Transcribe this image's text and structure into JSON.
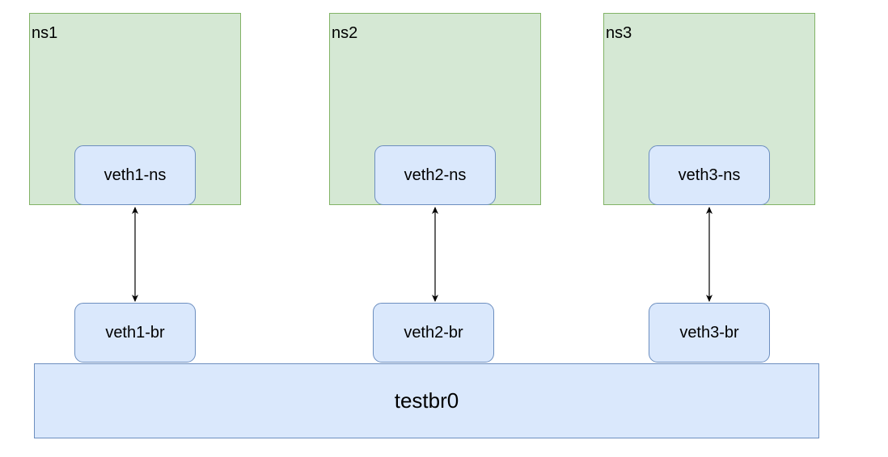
{
  "namespaces": [
    {
      "label": "ns1",
      "ns_iface": "veth1-ns",
      "br_iface": "veth1-br"
    },
    {
      "label": "ns2",
      "ns_iface": "veth2-ns",
      "br_iface": "veth2-br"
    },
    {
      "label": "ns3",
      "ns_iface": "veth3-ns",
      "br_iface": "veth3-br"
    }
  ],
  "bridge": {
    "label": "testbr0"
  },
  "colors": {
    "namespace_fill": "#d5e8d4",
    "namespace_stroke": "#82b366",
    "interface_fill": "#dae8fc",
    "interface_stroke": "#6c8ebf",
    "link": "#000000"
  }
}
